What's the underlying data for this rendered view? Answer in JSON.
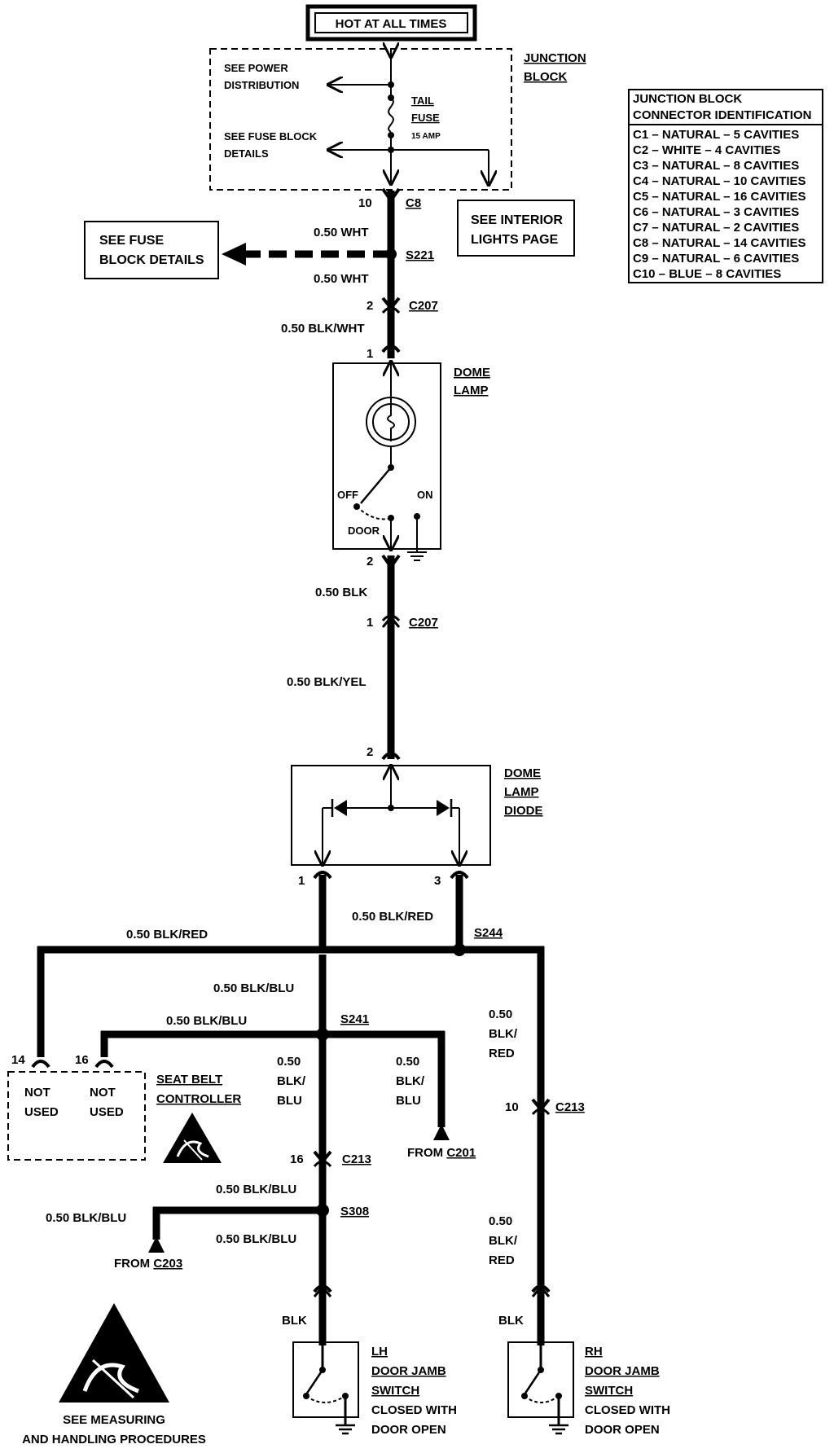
{
  "header": {
    "power_label": "HOT AT ALL TIMES"
  },
  "junction_block": {
    "title_line1": "JUNCTION",
    "title_line2": "BLOCK",
    "see_power_1": "SEE POWER",
    "see_power_2": "DISTRIBUTION",
    "fuse_name_1": "TAIL",
    "fuse_name_2": "FUSE",
    "fuse_rating": "15 AMP",
    "see_fuse_1": "SEE FUSE BLOCK",
    "see_fuse_2": "DETAILS"
  },
  "connector_table": {
    "title_line1": "JUNCTION BLOCK",
    "title_line2": "CONNECTOR IDENTIFICATION",
    "rows": [
      "C1 – NATURAL – 5 CAVITIES",
      "C2 – WHITE – 4 CAVITIES",
      "C3 – NATURAL – 8 CAVITIES",
      "C4 – NATURAL – 10 CAVITIES",
      "C5 – NATURAL – 16 CAVITIES",
      "C6 – NATURAL – 3 CAVITIES",
      "C7 – NATURAL – 2 CAVITIES",
      "C8 – NATURAL – 14 CAVITIES",
      "C9 – NATURAL – 6 CAVITIES",
      "C10 – BLUE – 8 CAVITIES"
    ]
  },
  "refs": {
    "fuse_block_1": "SEE FUSE",
    "fuse_block_2": "BLOCK DETAILS",
    "interior_1": "SEE INTERIOR",
    "interior_2": "LIGHTS PAGE"
  },
  "dome_lamp": {
    "title_1": "DOME",
    "title_2": "LAMP",
    "off": "OFF",
    "on": "ON",
    "door": "DOOR"
  },
  "dome_lamp_diode": {
    "title_1": "DOME",
    "title_2": "LAMP",
    "title_3": "DIODE"
  },
  "not_used": {
    "left_1": "NOT",
    "left_2": "USED",
    "right_1": "NOT",
    "right_2": "USED"
  },
  "seat_belt": {
    "title_1": "SEAT BELT",
    "title_2": "CONTROLLER"
  },
  "lh_switch": {
    "title_1": "LH",
    "title_2": "DOOR JAMB",
    "title_3": "SWITCH",
    "note_1": "CLOSED WITH",
    "note_2": "DOOR OPEN"
  },
  "rh_switch": {
    "title_1": "RH",
    "title_2": "DOOR JAMB",
    "title_3": "SWITCH",
    "note_1": "CLOSED WITH",
    "note_2": "DOOR OPEN"
  },
  "esd_note": {
    "line1": "SEE   MEASURING",
    "line2": "AND HANDLING PROCEDURES"
  },
  "connectors": {
    "c8": "C8",
    "c207a": "C207",
    "c207b": "C207",
    "c213a": "C213",
    "c213b": "C213",
    "from_c201_pre": "FROM ",
    "from_c201": "C201",
    "from_c203_pre": "FROM ",
    "from_c203": "C203"
  },
  "splices": {
    "s221": "S221",
    "s244": "S244",
    "s241": "S241",
    "s308": "S308"
  },
  "pins": {
    "p10_c8": "10",
    "p2_c207": "2",
    "p1_dome": "1",
    "p2_dome": "2",
    "p1_c207": "1",
    "p2_diode": "2",
    "p1_diode": "1",
    "p3_diode": "3",
    "p14": "14",
    "p16": "16",
    "p16_c213": "16",
    "p10_c213": "10"
  },
  "wires": {
    "w1": "0.50 WHT",
    "w2": "0.50 WHT",
    "w3": "0.50 BLK/WHT",
    "w4": "0.50 BLK",
    "w5": "0.50 BLK/YEL",
    "w6": "0.50 BLK/RED",
    "w7": "0.50 BLK/RED",
    "w8": "0.50 BLK/BLU",
    "w9": "0.50 BLK/BLU",
    "w10a": "0.50",
    "w10b": "BLK/",
    "w10c": "BLU",
    "w11a": "0.50",
    "w11b": "BLK/",
    "w11c": "BLU",
    "w12a": "0.50",
    "w12b": "BLK/",
    "w12c": "RED",
    "w13": "0.50 BLK/BLU",
    "w14": "0.50 BLK/BLU",
    "w15": "0.50 BLK/BLU",
    "w16a": "0.50",
    "w16b": "BLK/",
    "w16c": "RED",
    "w17": "BLK",
    "w18": "BLK"
  }
}
